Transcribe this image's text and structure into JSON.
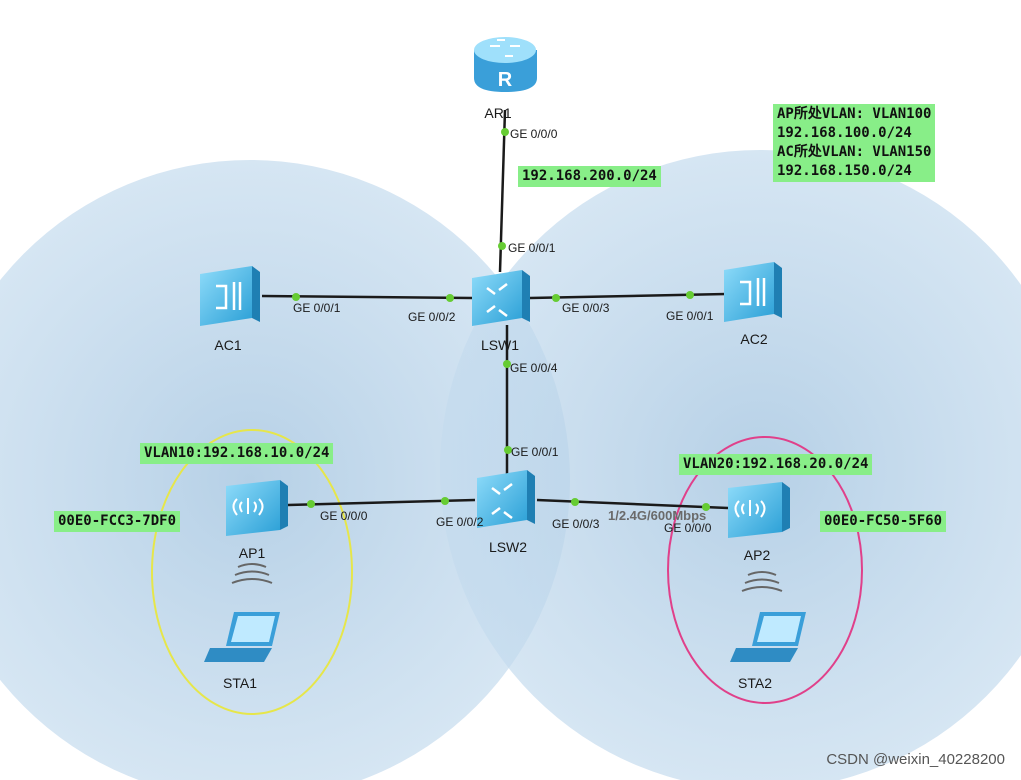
{
  "devices": {
    "ar1": "AR1",
    "lsw1": "LSW1",
    "lsw2": "LSW2",
    "ac1": "AC1",
    "ac2": "AC2",
    "ap1": "AP1",
    "ap2": "AP2",
    "sta1": "STA1",
    "sta2": "STA2"
  },
  "ports": {
    "ar1_down": "GE 0/0/0",
    "lsw1_up": "GE 0/0/1",
    "lsw1_left": "GE 0/0/2",
    "lsw1_right": "GE 0/0/3",
    "lsw1_down": "GE 0/0/4",
    "ac1_port": "GE 0/0/1",
    "ac2_port": "GE 0/0/1",
    "lsw2_up": "GE 0/0/1",
    "lsw2_left": "GE 0/0/2",
    "lsw2_right": "GE 0/0/3",
    "ap1_port": "GE 0/0/0",
    "ap2_port": "GE 0/0/0"
  },
  "wireless_label": "1/2.4G/600Mbps",
  "tags": {
    "router_net": "192.168.200.0/24",
    "vlan_info": "AP所处VLAN: VLAN100\n192.168.100.0/24\nAC所处VLAN: VLAN150\n192.168.150.0/24",
    "vlan10": "VLAN10:192.168.10.0/24",
    "vlan20": "VLAN20:192.168.20.0/24",
    "mac_ap1": "00E0-FCC3-7DF0",
    "mac_ap2": "00E0-FC50-5F60"
  },
  "watermark": "CSDN @weixin_40228200",
  "colors": {
    "coverage": "#9cc2e0",
    "label_bg": "#88ee88",
    "port_dot": "#66cc33",
    "ap1_ring": "#e6e64a",
    "ap2_ring": "#e0408a",
    "device_cyan": "#3fb4e6"
  }
}
